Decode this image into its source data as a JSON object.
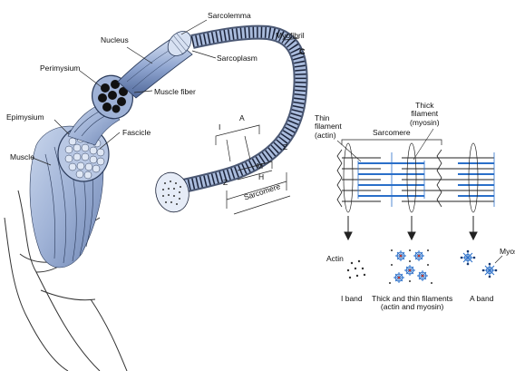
{
  "figure_letter": "C",
  "labels": {
    "sarcolemma": "Sarcolemma",
    "nucleus": "Nucleus",
    "myofibril": "Myofibril",
    "sarcoplasm": "Sarcoplasm",
    "perimysium": "Perimysium",
    "muscle_fiber": "Muscle fiber",
    "epimysium": "Epimysium",
    "fascicle": "Fascicle",
    "muscle": "Muscle",
    "band_i": "I",
    "band_a": "A",
    "band_h": "H",
    "band_m": "M",
    "z_left": "Z",
    "z_right": "Z",
    "sarcomere_curved": "Sarcomere"
  },
  "sarcomere_panel": {
    "thin_filament": "Thin\nfilament\n(actin)",
    "thick_filament": "Thick\nfilament\n(myosin)",
    "sarcomere": "Sarcomere",
    "actin": "Actin",
    "myosin": "Myosin",
    "i_band": "I band",
    "thick_thin": "Thick and thin filaments\n(actin and myosin)",
    "a_band": "A band"
  },
  "colors": {
    "fiber_fill": "#aebfdc",
    "fiber_stroke": "#2a3a5a",
    "thick_filament": "#2a6fc9",
    "thin_filament": "#222222"
  }
}
